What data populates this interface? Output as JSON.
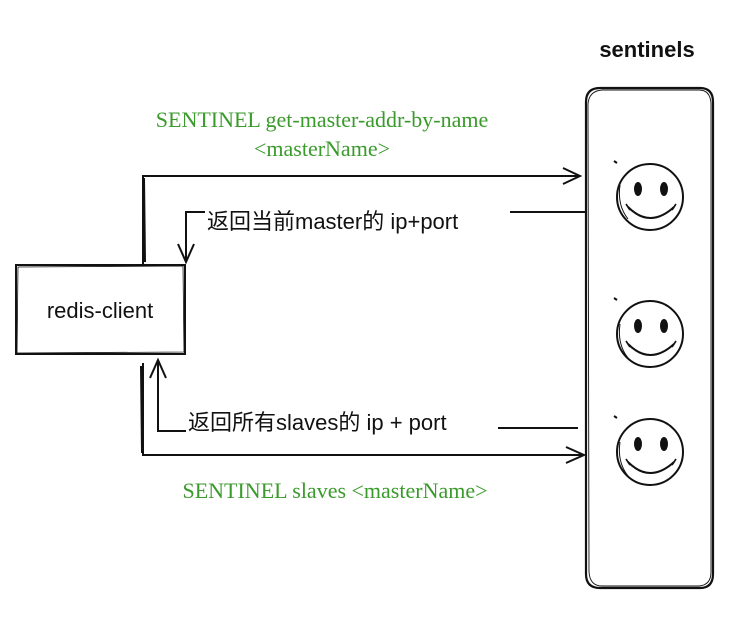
{
  "sentinels_title": "sentinels",
  "client_label": "redis-client",
  "cmd_master_line1": "SENTINEL get-master-addr-by-name",
  "cmd_master_line2": "<masterName>",
  "reply_master": "返回当前master的 ip+port",
  "reply_slaves": "返回所有slaves的 ip + port",
  "cmd_slaves": "SENTINEL slaves <masterName>",
  "sentinel_icons": [
    "smiley-icon",
    "smiley-icon",
    "smiley-icon"
  ],
  "colors": {
    "stroke": "#111111",
    "command_text": "#3a9a2b",
    "text": "#111111"
  }
}
